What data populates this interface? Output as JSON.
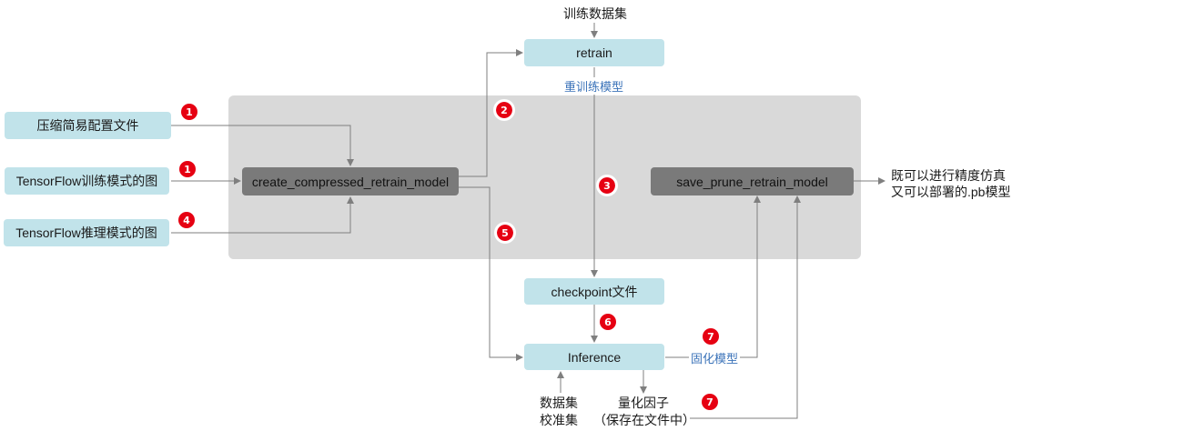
{
  "nodes": {
    "retrain": "retrain",
    "compress_config": "压缩简易配置文件",
    "tf_train_graph": "TensorFlow训练模式的图",
    "tf_infer_graph": "TensorFlow推理模式的图",
    "create_model": "create_compressed_retrain_model",
    "save_model": "save_prune_retrain_model",
    "checkpoint": "checkpoint文件",
    "inference": "Inference"
  },
  "labels": {
    "train_dataset": "训练数据集",
    "retrain_model": "重训练模型",
    "freeze_model": "固化模型",
    "output_line1": "既可以进行精度仿真",
    "output_line2": "又可以部署的.pb模型",
    "dataset_line1": "数据集",
    "dataset_line2": "校准集",
    "quant_line1": "量化因子",
    "quant_line2": "（保存在文件中）"
  },
  "badges": {
    "b1a": "1",
    "b1b": "1",
    "b2": "2",
    "b3": "3",
    "b4": "4",
    "b5": "5",
    "b6": "6",
    "b7a": "7",
    "b7b": "7"
  },
  "colors": {
    "light_box": "#c1e3ea",
    "dark_box": "#7a7a7a",
    "region": "#d9d9d9",
    "badge": "#e60012",
    "edge": "#7f7f7f",
    "label_blue": "#3b73b9"
  }
}
